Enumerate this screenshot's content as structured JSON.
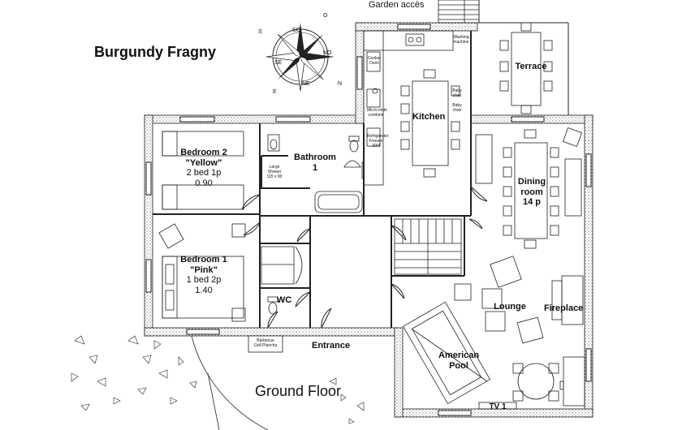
{
  "title": "Burgundy Fragny",
  "floor_label": "Ground Floor",
  "garden_access": "Garden accès",
  "compass": {
    "N": "N",
    "S": "S",
    "E": "E",
    "O": "O",
    "SO": "SO",
    "NO": "NO",
    "SE": "SE",
    "NE": "NE"
  },
  "rooms": {
    "bedroom2": {
      "name": "Bedroom 2",
      "nick": "\"Yellow\"",
      "beds": "2 bed 1p",
      "size": "0.90"
    },
    "bedroom1": {
      "name": "Bedroom 1",
      "nick": "\"Pink\"",
      "beds": "1 bed 2p",
      "size": "1.40"
    },
    "bathroom": {
      "name": "Bathroom",
      "number": "1"
    },
    "shower": {
      "line1": "Large",
      "line2": "Shower",
      "line3": "115 x 90"
    },
    "kitchen": "Kitchen",
    "terrace": "Terrace",
    "dining": {
      "name": "Dining",
      "room": "room",
      "seats": "14 p"
    },
    "lounge": "Lounge",
    "fireplace": "Fireplace",
    "american_pool": {
      "line1": "American",
      "line2": "Pool"
    },
    "wc": "WC",
    "entrance": "Entrance",
    "tv": "TV 1"
  },
  "appliances": {
    "cooker": {
      "line1": "Cooker",
      "line2": "Oven"
    },
    "washing_machine": {
      "line1": "Washing",
      "line2": "machine"
    },
    "baby_chair_1": {
      "line1": "Baby",
      "line2": "chair"
    },
    "baby_chair_2": {
      "line1": "Baby",
      "line2": "chair"
    },
    "microwave": {
      "line1": "Micro-onde",
      "line2": "combine"
    },
    "fridge": {
      "line1": "Refrigerator",
      "line2": "Freezer",
      "line3": "200l"
    },
    "barbecue": {
      "line1": "Barbecue",
      "line2": "Grill Plancha"
    }
  }
}
